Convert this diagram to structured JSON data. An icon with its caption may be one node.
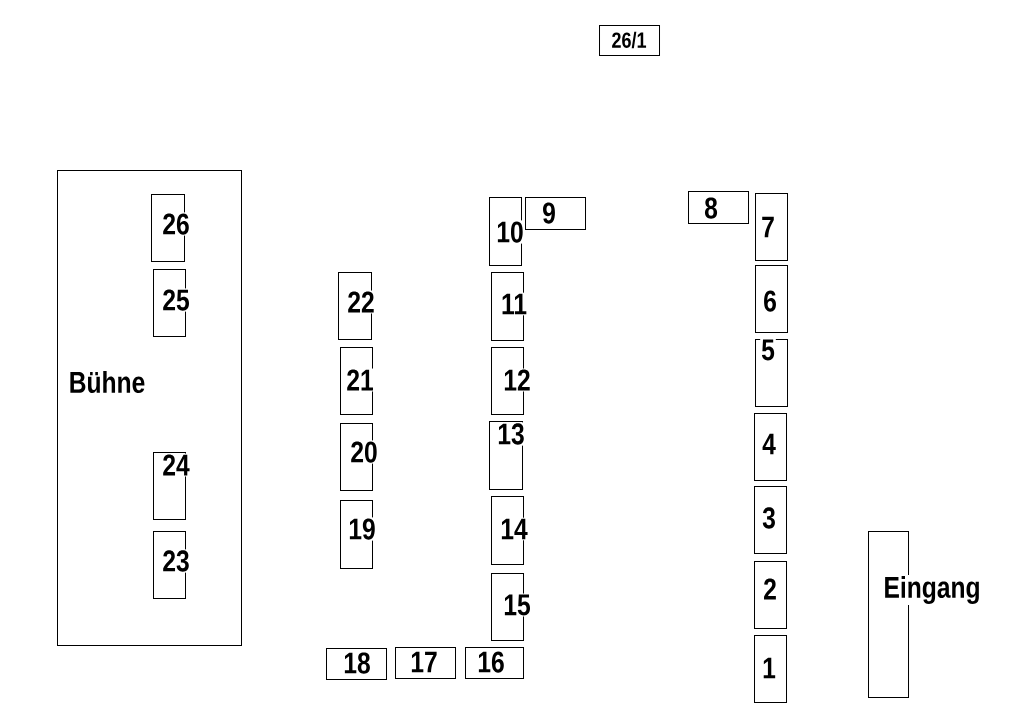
{
  "diagram": {
    "nodes": [
      {
        "text": [
          "26/1"
        ]
      },
      {
        "text": [
          "Bühne"
        ]
      },
      {
        "text": [
          "26"
        ],
        "in": 1
      },
      {
        "text": [
          "25"
        ],
        "in": 1
      },
      {
        "text": [
          "24"
        ],
        "in": 1
      },
      {
        "text": [
          "23"
        ],
        "in": 1
      },
      {
        "text": [
          "22"
        ]
      },
      {
        "text": [
          "21"
        ]
      },
      {
        "text": [
          "20"
        ]
      },
      {
        "text": [
          "19"
        ]
      },
      {
        "text": [
          "10"
        ]
      },
      {
        "text": [
          "9"
        ]
      },
      {
        "text": [
          "11"
        ]
      },
      {
        "text": [
          "12"
        ]
      },
      {
        "text": [
          "13"
        ]
      },
      {
        "text": [
          "14"
        ]
      },
      {
        "text": [
          "15"
        ]
      },
      {
        "text": [
          "18"
        ]
      },
      {
        "text": [
          "17"
        ]
      },
      {
        "text": [
          "16"
        ]
      },
      {
        "text": [
          "8"
        ]
      },
      {
        "text": [
          "7"
        ]
      },
      {
        "text": [
          "6"
        ]
      },
      {
        "text": [
          "5"
        ]
      },
      {
        "text": [
          "4"
        ]
      },
      {
        "text": [
          "3"
        ]
      },
      {
        "text": [
          "2"
        ]
      },
      {
        "text": [
          "1"
        ]
      },
      {
        "text": [
          "Eingang"
        ]
      }
    ]
  }
}
